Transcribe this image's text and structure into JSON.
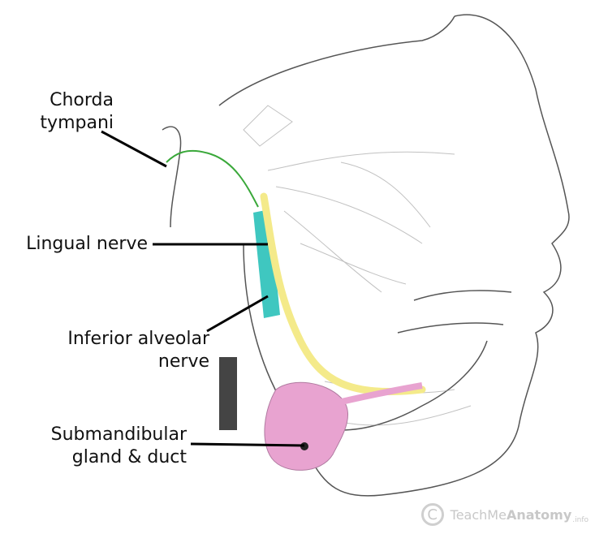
{
  "labels": {
    "chorda_tympani": [
      "Chorda",
      "tympani"
    ],
    "lingual_nerve": "Lingual nerve",
    "inferior_alveolar_nerve": [
      "Inferior alveolar",
      "nerve"
    ],
    "submandibular": [
      "Submandibular",
      "gland & duct"
    ]
  },
  "watermark": {
    "symbol": "C",
    "brand_light": "TeachMe",
    "brand_bold": "Anatomy",
    "suffix": ".info"
  },
  "colors": {
    "lingual": "#f4ea8a",
    "inferior_alveolar": "#3fc7c0",
    "chorda": "#3aa83a",
    "gland": "#e8a3d0"
  }
}
